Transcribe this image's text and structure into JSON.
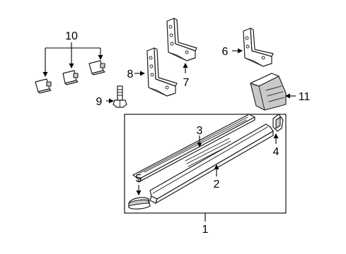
{
  "callouts": {
    "c1": "1",
    "c2": "2",
    "c3": "3",
    "c4": "4",
    "c5": "5",
    "c6": "6",
    "c7": "7",
    "c8": "8",
    "c9": "9",
    "c10": "10",
    "c11": "11"
  }
}
